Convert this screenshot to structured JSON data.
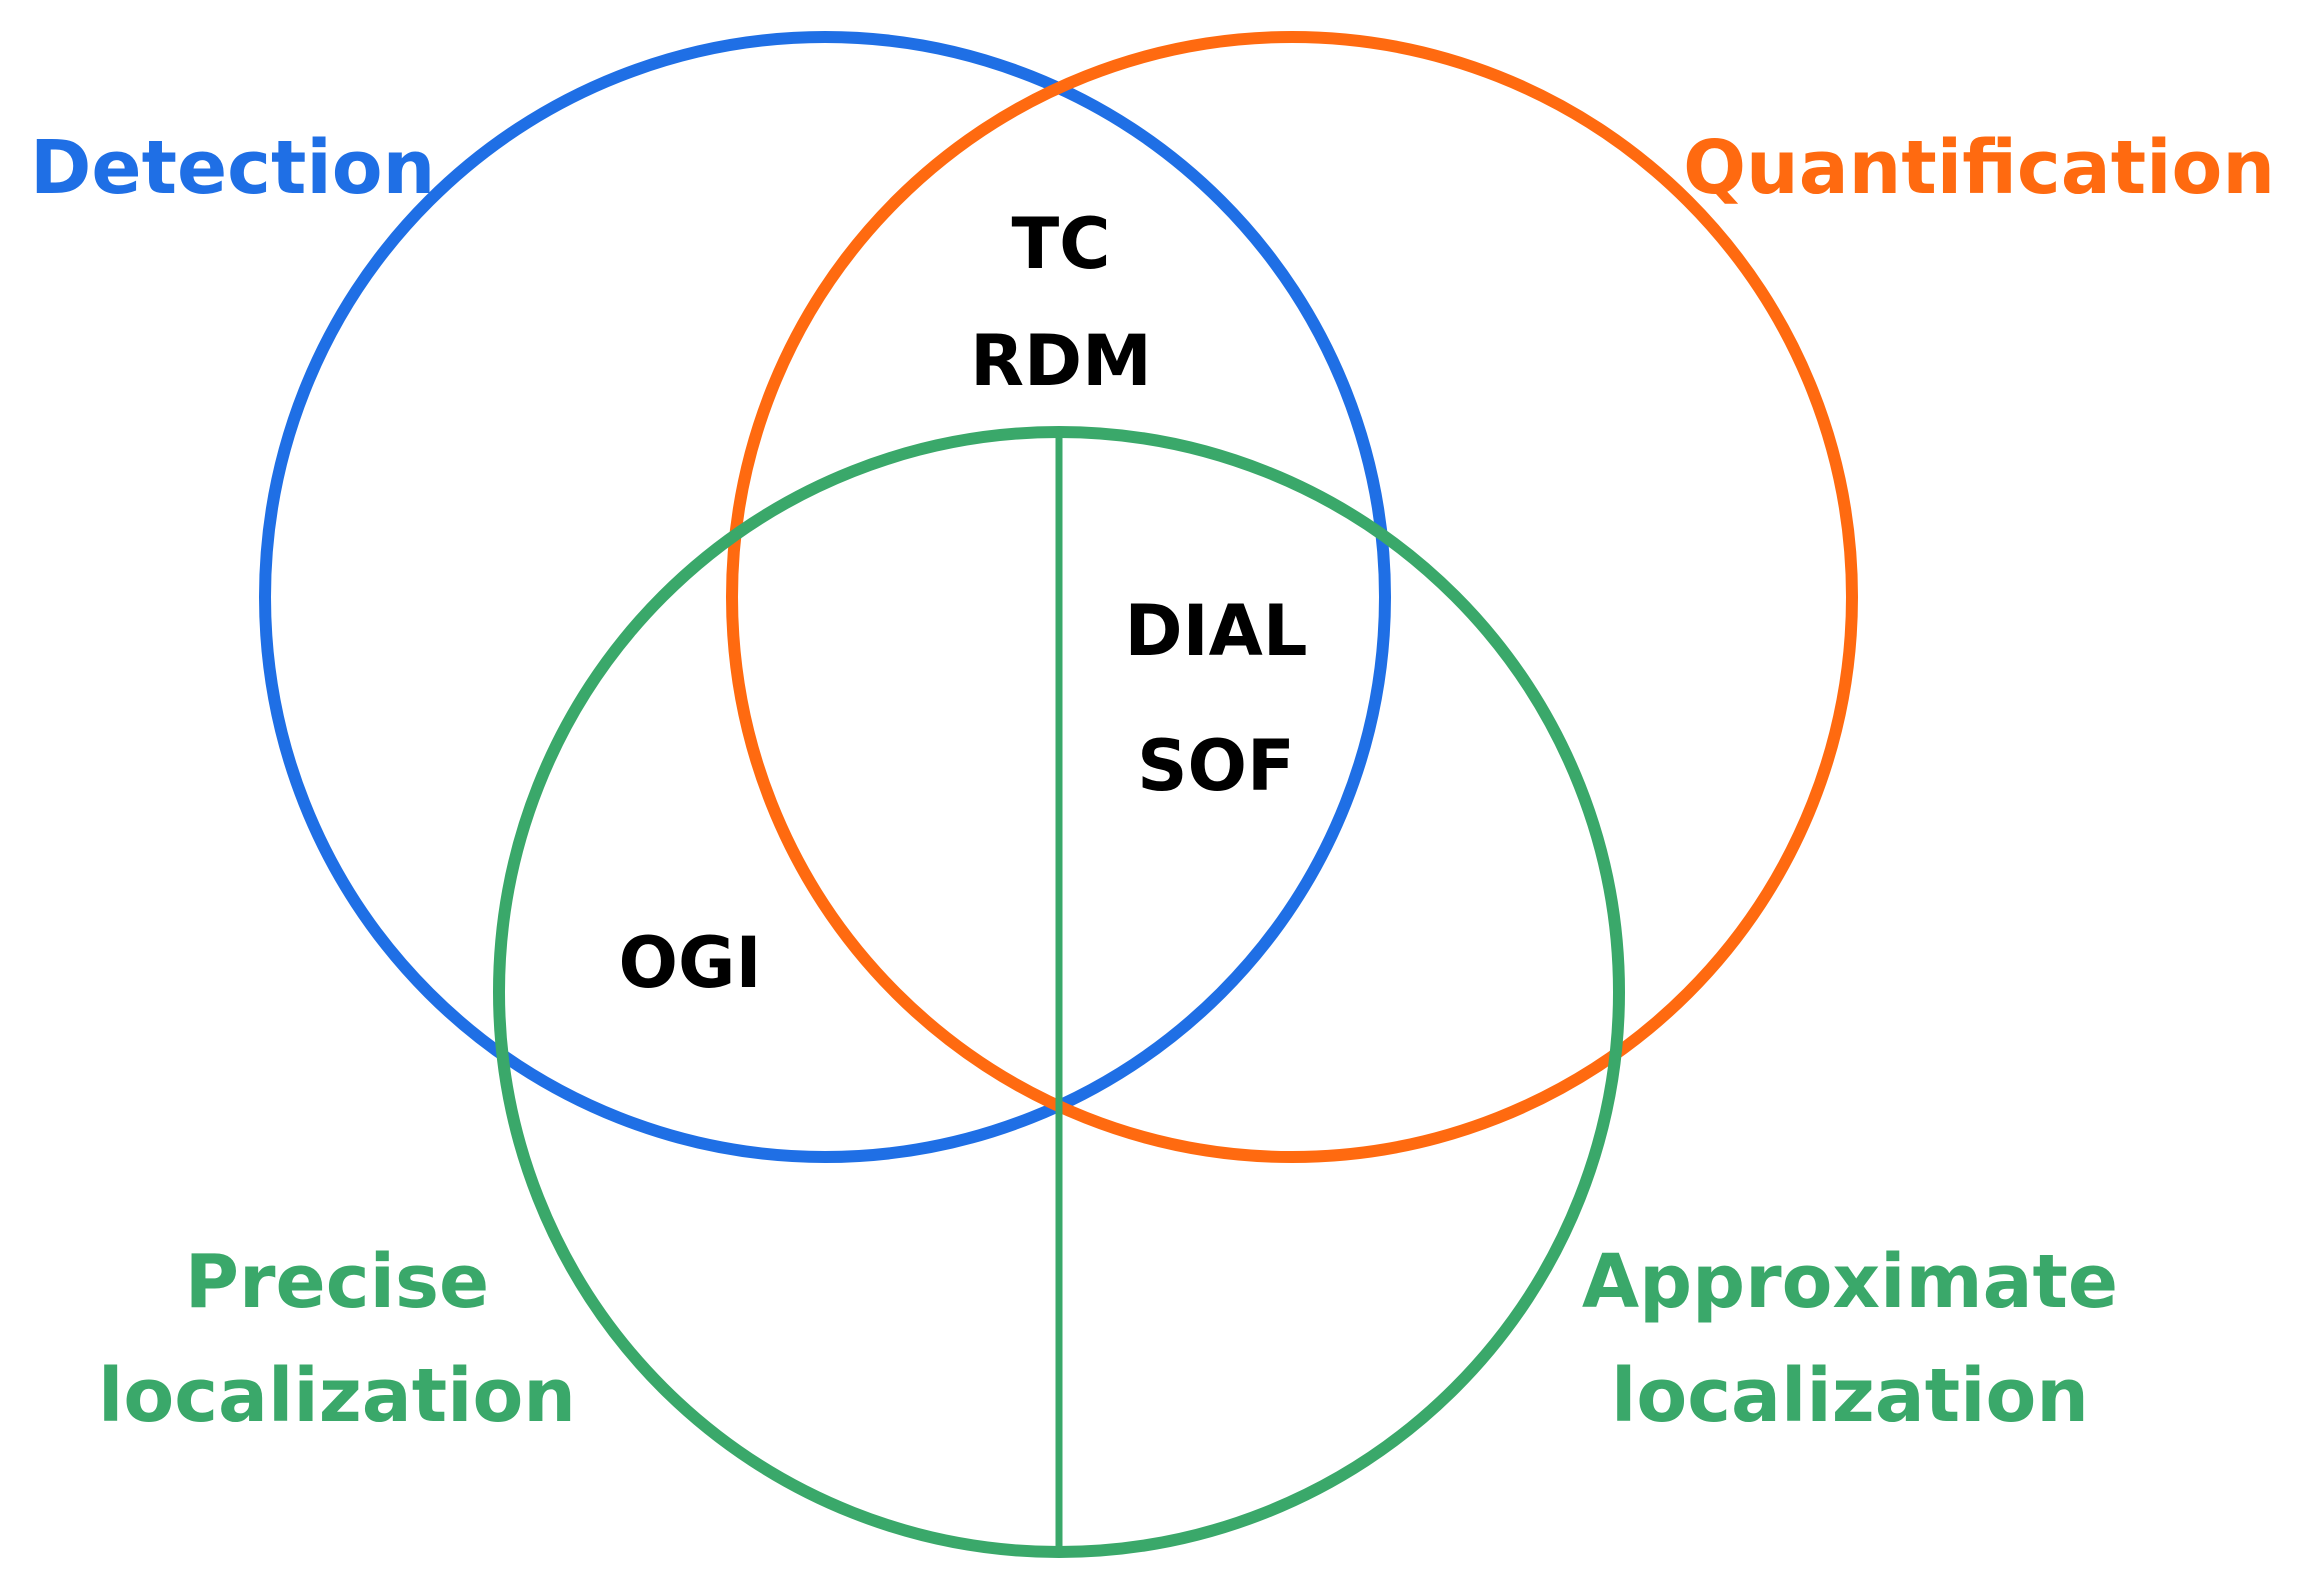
{
  "colors": {
    "detection": "#1f6fe5",
    "quantification": "#ff6a10",
    "localization": "#3aa86a",
    "region_text": "#000000"
  },
  "sets": {
    "detection": "Detection",
    "quantification": "Quantification",
    "precise_localization": [
      "Precise",
      "localization"
    ],
    "approximate_localization": [
      "Approximate",
      "localization"
    ]
  },
  "regions": {
    "detection_quantification": [
      "TC",
      "RDM"
    ],
    "detection_quantification_approximate": [
      "DIAL",
      "SOF"
    ],
    "detection_precise": [
      "OGI"
    ]
  }
}
